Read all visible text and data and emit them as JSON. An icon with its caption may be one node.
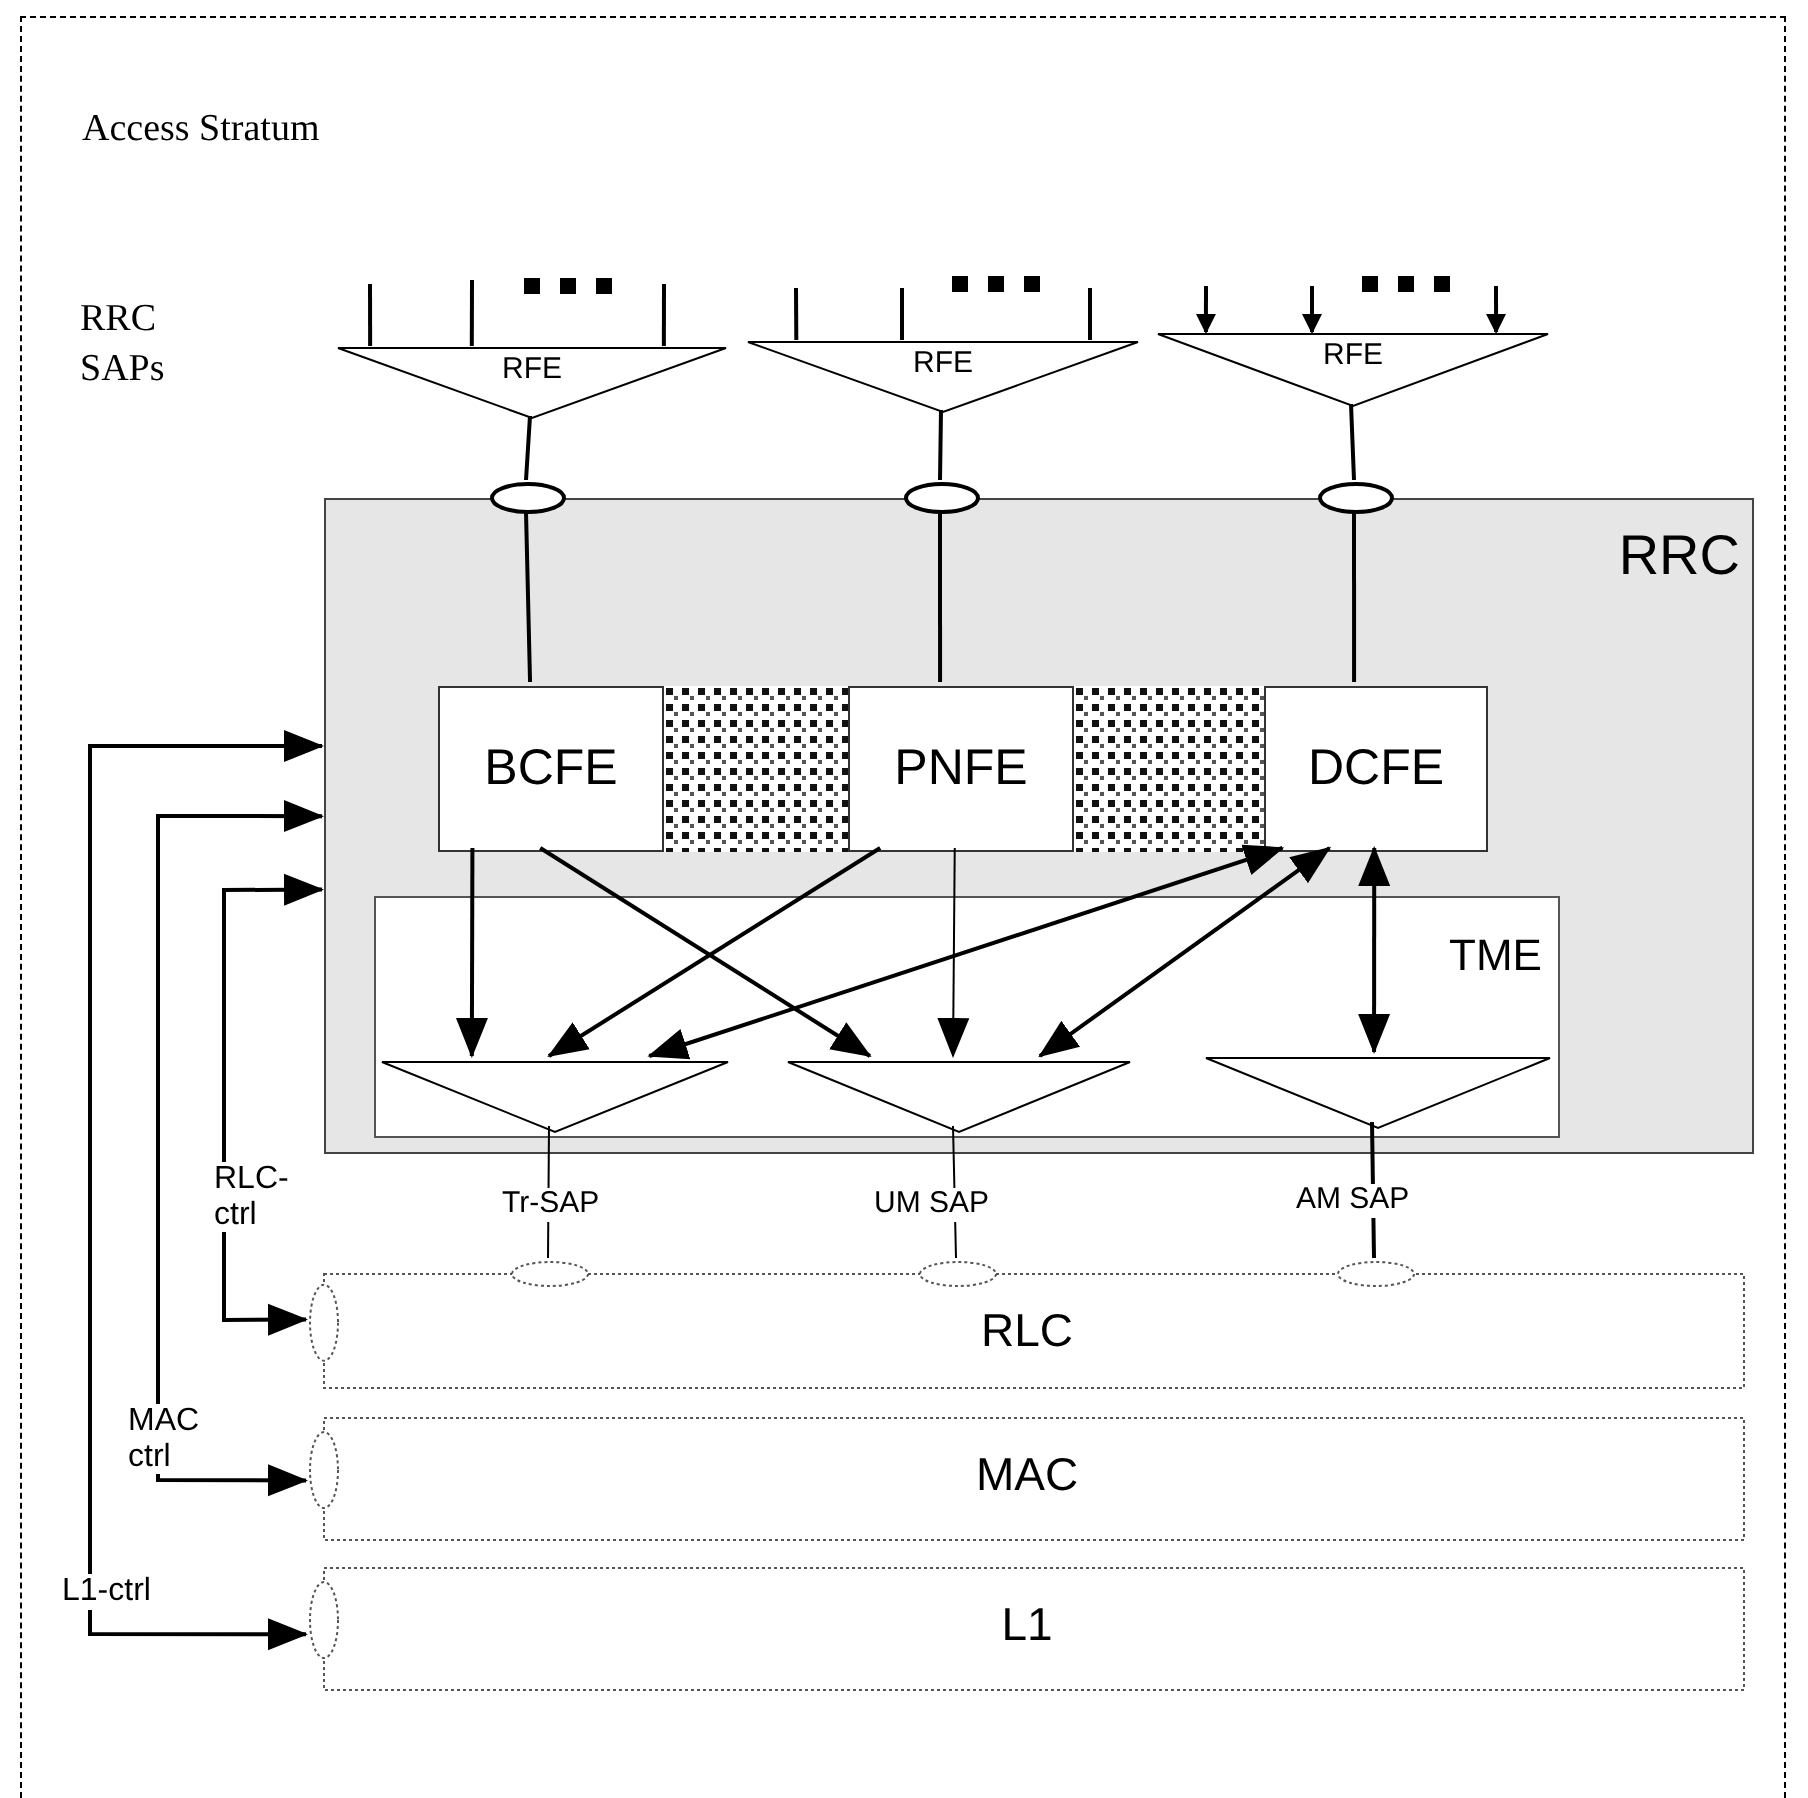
{
  "diagram": {
    "nodes": [
      {
        "text": [
          "Access Stratum"
        ]
      },
      {
        "text": [
          "RFE"
        ],
        "in": 0
      },
      {
        "text": [
          "RFE"
        ],
        "in": 0
      },
      {
        "text": [
          "RFE"
        ],
        "in": 0
      },
      {
        "text": [
          "RRC"
        ],
        "in": 0
      },
      {
        "text": [],
        "shape": "ellipse",
        "in": 0
      },
      {
        "text": [],
        "shape": "ellipse",
        "in": 0
      },
      {
        "text": [],
        "shape": "ellipse",
        "in": 0
      },
      {
        "text": [
          "BCFE"
        ],
        "in": 4
      },
      {
        "text": [
          "PNFE"
        ],
        "in": 4
      },
      {
        "text": [
          "DCFE"
        ],
        "in": 4
      },
      {
        "text": [
          "TME"
        ],
        "in": 4
      },
      {
        "text": [],
        "shape": "triangle",
        "in": 11
      },
      {
        "text": [],
        "shape": "triangle",
        "in": 11
      },
      {
        "text": [],
        "shape": "triangle",
        "in": 11
      },
      {
        "text": [],
        "shape": "ellipse",
        "in": 0
      },
      {
        "text": [],
        "shape": "ellipse",
        "in": 0
      },
      {
        "text": [],
        "shape": "ellipse",
        "in": 0
      },
      {
        "text": [
          "RLC"
        ],
        "in": 0
      },
      {
        "text": [
          "MAC"
        ],
        "in": 0
      },
      {
        "text": [
          "L1"
        ],
        "in": 0
      },
      {
        "text": [],
        "shape": "band",
        "in": 4
      },
      {
        "text": [],
        "shape": "band",
        "in": 4
      }
    ],
    "edges": [
      {
        "from": null,
        "to": 1,
        "arrow": "none"
      },
      {
        "from": null,
        "to": 1,
        "arrow": "none"
      },
      {
        "from": null,
        "to": 1,
        "arrow": "none"
      },
      {
        "from": null,
        "to": 2,
        "arrow": "none"
      },
      {
        "from": null,
        "to": 2,
        "arrow": "none"
      },
      {
        "from": null,
        "to": 2,
        "arrow": "none"
      },
      {
        "from": null,
        "to": 3,
        "arrow": "to"
      },
      {
        "from": null,
        "to": 3,
        "arrow": "to"
      },
      {
        "from": null,
        "to": 3,
        "arrow": "to"
      },
      {
        "from": 1,
        "to": 5,
        "arrow": "none"
      },
      {
        "from": 5,
        "to": 8,
        "arrow": "none"
      },
      {
        "from": 2,
        "to": 6,
        "arrow": "none"
      },
      {
        "from": 6,
        "to": 9,
        "arrow": "none"
      },
      {
        "from": 3,
        "to": 7,
        "arrow": "none"
      },
      {
        "from": 7,
        "to": 10,
        "arrow": "none"
      },
      {
        "from": 8,
        "to": 12,
        "arrow": "to"
      },
      {
        "from": 8,
        "to": 13,
        "arrow": "to"
      },
      {
        "from": 9,
        "to": 12,
        "arrow": "to"
      },
      {
        "from": 9,
        "to": 13,
        "arrow": "to"
      },
      {
        "from": 10,
        "to": 12,
        "arrow": "both"
      },
      {
        "from": 10,
        "to": 13,
        "arrow": "both"
      },
      {
        "from": 10,
        "to": 14,
        "arrow": "both"
      },
      {
        "from": 12,
        "to": 15,
        "arrow": "none",
        "label": "Tr-SAP"
      },
      {
        "from": 13,
        "to": 16,
        "arrow": "none",
        "label": "UM SAP"
      },
      {
        "from": 14,
        "to": 17,
        "arrow": "none",
        "label": "AM SAP"
      },
      {
        "from": 4,
        "to": 18,
        "arrow": "both",
        "label": "RLC-ctrl"
      },
      {
        "from": 4,
        "to": 19,
        "arrow": "both",
        "label": "MAC ctrl"
      },
      {
        "from": 4,
        "to": 20,
        "arrow": "both",
        "label": "L1-ctrl"
      }
    ],
    "labels": [
      "RRC SAPs"
    ]
  }
}
